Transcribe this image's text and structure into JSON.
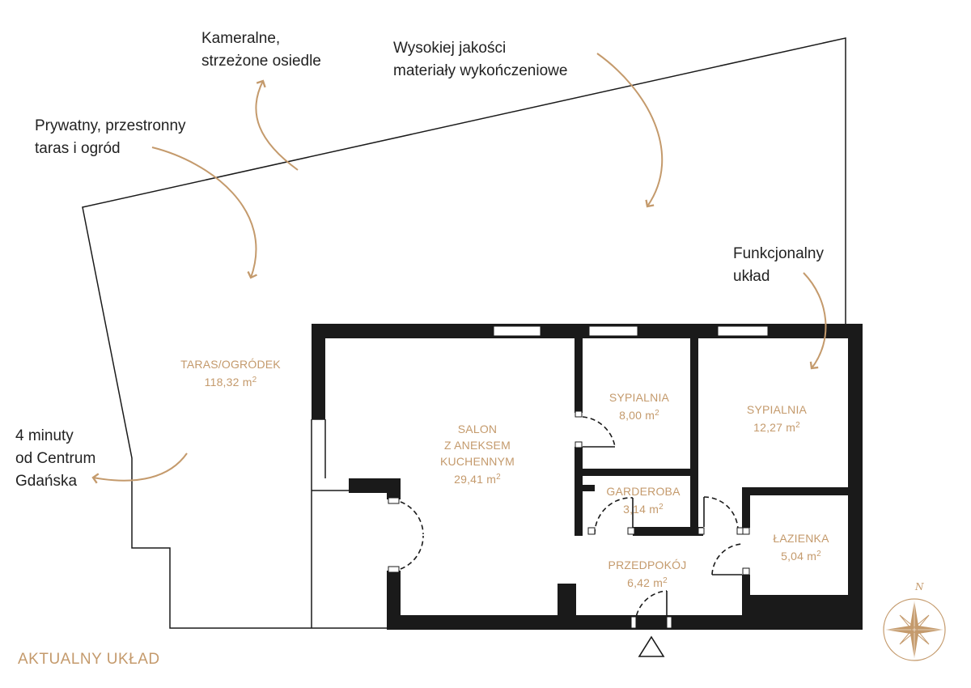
{
  "features": [
    {
      "id": "estate",
      "text": "Kameralne,\nstrzeżone osiedle"
    },
    {
      "id": "materials",
      "text": "Wysokiej jakości\nmateriały wykończeniowe"
    },
    {
      "id": "terrace",
      "text": "Prywatny, przestronny\ntaras i ogród"
    },
    {
      "id": "functional",
      "text": "Funkcjonalny\nukład"
    },
    {
      "id": "location",
      "text": "4 minuty\nod Centrum\nGdańska"
    }
  ],
  "rooms": [
    {
      "id": "taras",
      "lines": [
        "TARAS/OGRÓDEK"
      ],
      "area": "118,32 m"
    },
    {
      "id": "salon",
      "lines": [
        "SALON",
        "Z ANEKSEM",
        "KUCHENNYM"
      ],
      "area": "29,41 m"
    },
    {
      "id": "sypialnia-1",
      "lines": [
        "SYPIALNIA"
      ],
      "area": "8,00 m"
    },
    {
      "id": "sypialnia-2",
      "lines": [
        "SYPIALNIA"
      ],
      "area": "12,27 m"
    },
    {
      "id": "garderoba",
      "lines": [
        "GARDEROBA"
      ],
      "area": "3,14 m"
    },
    {
      "id": "przedpokoj",
      "lines": [
        "PRZEDPOKÓJ"
      ],
      "area": "6,42 m"
    },
    {
      "id": "lazienka",
      "lines": [
        "ŁAZIENKA"
      ],
      "area": "5,04 m"
    }
  ],
  "area_unit_exponent": "2",
  "layout_caption": "AKTUALNY UKŁAD",
  "compass": {
    "north_label": "N"
  },
  "colors": {
    "accent": "#c49a6c",
    "wall": "#1a1a1a",
    "text": "#222222"
  },
  "icons": [
    "compass-rose-icon",
    "entrance-arrow-icon"
  ]
}
